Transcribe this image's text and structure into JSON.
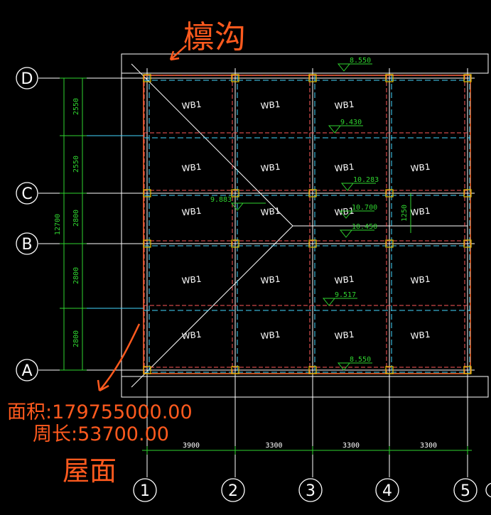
{
  "colors": {
    "background": "#000000",
    "grid_line": "#ffffff",
    "beam_outline": "#ff6a2a",
    "beam_dash_cyan": "#43d7ff",
    "beam_dash_red": "#ff5a5a",
    "dimension": "#2fd32f",
    "annotation_orange": "#ff5a1e",
    "column": "#e6c300"
  },
  "axes_rows": [
    "D",
    "C",
    "B",
    "A"
  ],
  "axes_cols": [
    "1",
    "2",
    "3",
    "4",
    "5"
  ],
  "dims_vertical": [
    "2550",
    "2550",
    "2800",
    "2800",
    "2800"
  ],
  "dim_total": "12700",
  "dims_horizontal": [
    "3900",
    "3300",
    "3300",
    "3300"
  ],
  "elevations": {
    "top": "8.550",
    "row2": "9.430",
    "row3": "10.283",
    "row4a": "10.700",
    "row4b": "10.450",
    "left": "9.883",
    "row5": "9.517",
    "bottom": "8.550"
  },
  "small_dim": "1250",
  "slab_label": "WB1",
  "annotations": {
    "purlin": "檩沟",
    "area": "面积:179755000.00",
    "perimeter": "周长:53700.00",
    "roof": "屋面"
  }
}
